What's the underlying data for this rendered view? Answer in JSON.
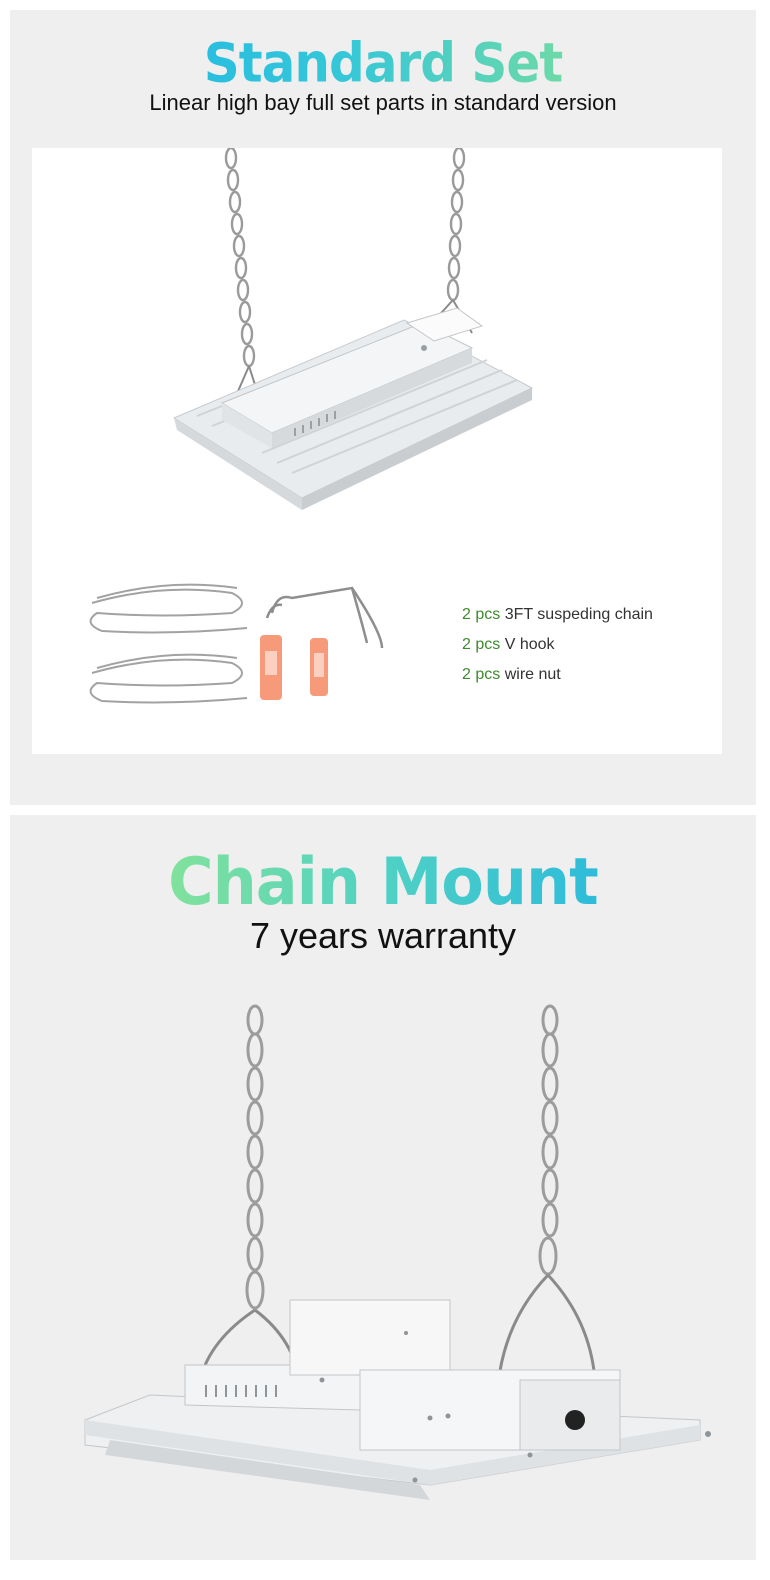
{
  "section_standard": {
    "title": "Standard Set",
    "subtitle": "Linear high bay full set parts in standard version",
    "parts": [
      {
        "qty": "2 pcs",
        "name": "3FT suspeding chain"
      },
      {
        "qty": "2 pcs",
        "name": "V hook"
      },
      {
        "qty": "2 pcs",
        "name": "wire nut"
      }
    ]
  },
  "section_chain": {
    "title": "Chain Mount",
    "subtitle": "7 years warranty"
  },
  "colors": {
    "panel_bg": "#efefef",
    "title_gradient_start": "#18b2e8",
    "title_gradient_end": "#9de97d",
    "qty_green": "#3e8a2e",
    "wire_nut_orange": "#f79a7a"
  }
}
